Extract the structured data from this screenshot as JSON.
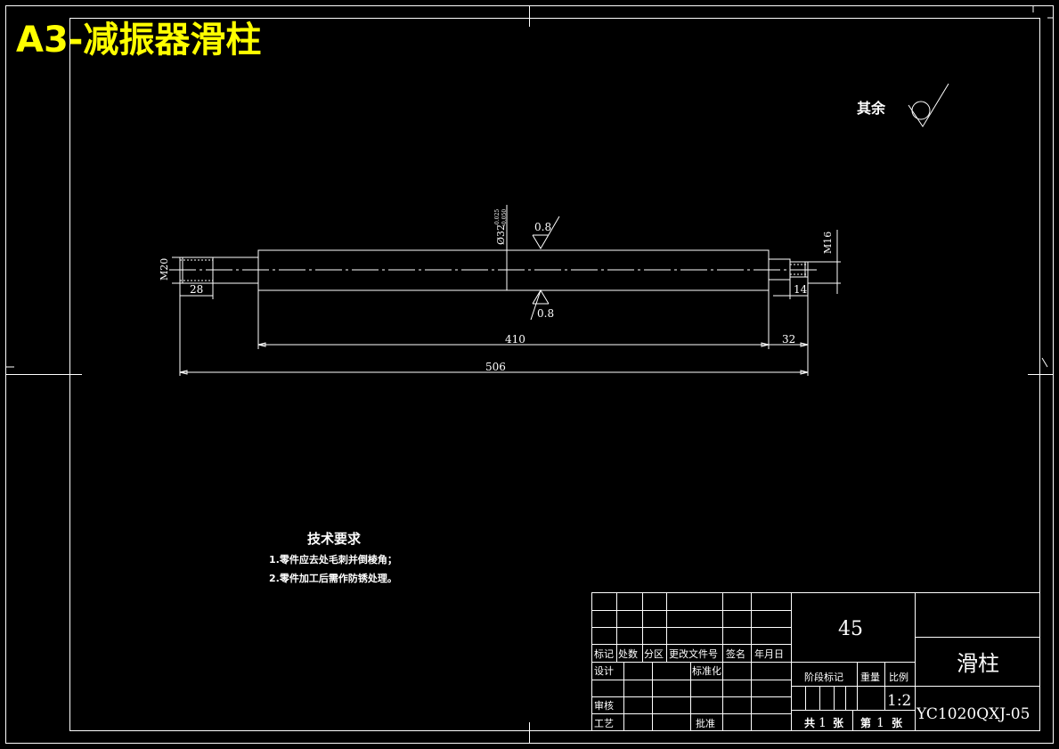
{
  "header": {
    "title": "A3-减振器滑柱"
  },
  "roughness": {
    "label": "其余"
  },
  "part": {
    "dia_main": "Ø32",
    "dia_tol_upper": "-0.025",
    "dia_tol_lower": "-0.050",
    "roughness_top": "0.8",
    "roughness_bottom": "0.8",
    "left_thread": "M20",
    "right_thread": "M16",
    "dims": {
      "left_len": "28",
      "right_len": "14",
      "main_len": "410",
      "end_len": "32",
      "total_len": "506"
    }
  },
  "tech_req": {
    "title": "技术要求",
    "items": [
      "1.零件应去处毛刺并倒棱角；",
      "2.零件加工后需作防锈处理。"
    ]
  },
  "title_block": {
    "material": "45",
    "part_name": "滑柱",
    "drawing_no": "YC1020QXJ-05",
    "scale": "1:2",
    "cols": [
      "标记",
      "处数",
      "分区",
      "更改文件号",
      "签名",
      "年月日"
    ],
    "design": "设计",
    "standard": "标准化",
    "review": "审核",
    "process": "工艺",
    "approve": "批准",
    "stage": "阶段标记",
    "weight": "重量",
    "scale_label": "比例",
    "sheets_total_label": "共",
    "sheets_total": "1",
    "sheet_unit": "张",
    "sheet_no_label": "第",
    "sheet_no": "1",
    "sheet_unit2": "张"
  }
}
